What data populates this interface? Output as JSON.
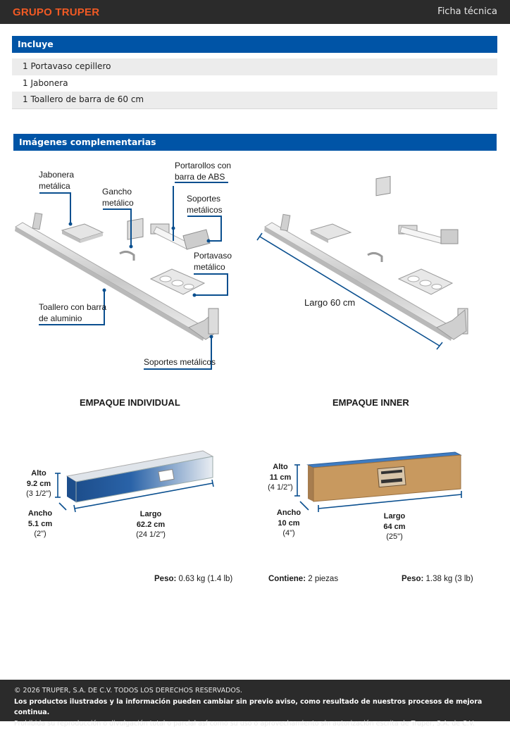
{
  "header": {
    "logo": "GRUPO TRUPER",
    "doc_type": "Ficha técnica"
  },
  "includes": {
    "title": "Incluye",
    "items": [
      "1 Portavaso cepillero",
      "1 Jabonera",
      "1 Toallero de barra de 60 cm"
    ]
  },
  "images": {
    "title": "Imágenes complementarias",
    "callouts": {
      "jabonera": "Jabonera\nmetálica",
      "gancho": "Gancho\nmetálico",
      "portarollos": "Portarollos con\nbarra de ABS",
      "soportes1": "Soportes\nmetálicos",
      "portavaso": "Portavaso\nmetálico",
      "toallero": "Toallero con barra\nde aluminio",
      "soportes2": "Soportes metálicos",
      "largo": "Largo 60 cm"
    }
  },
  "packaging": {
    "individual": {
      "title": "EMPAQUE INDIVIDUAL",
      "alto_label": "Alto",
      "alto_value": "9.2 cm",
      "alto_in": "(3 1/2\")",
      "ancho_label": "Ancho",
      "ancho_value": "5.1 cm",
      "ancho_in": "(2\")",
      "largo_label": "Largo",
      "largo_value": "62.2 cm",
      "largo_in": "(24 1/2\")",
      "peso_label": "Peso:",
      "peso_value": "0.63 kg (1.4 lb)"
    },
    "inner": {
      "title": "EMPAQUE INNER",
      "alto_label": "Alto",
      "alto_value": "11 cm",
      "alto_in": "(4 1/2\")",
      "ancho_label": "Ancho",
      "ancho_value": "10 cm",
      "ancho_in": "(4\")",
      "largo_label": "Largo",
      "largo_value": "64 cm",
      "largo_in": "(25\")",
      "contiene_label": "Contiene:",
      "contiene_value": "2 piezas",
      "peso_label": "Peso:",
      "peso_value": "1.38 kg (3 lb)"
    }
  },
  "footer": {
    "line1": "© 2026 TRUPER, S.A. DE C.V. TODOS LOS DERECHOS RESERVADOS.",
    "line2": "Los productos ilustrados y la información pueden cambiar sin previo aviso, como resultado de nuestros procesos de mejora continua.",
    "line3": "Prohibida su reproducción o divulgación total o parcial así como su uso o aprovechamiento sin autorización escrita de Truper, S.A. de C.V."
  },
  "colors": {
    "brand_orange": "#f15a24",
    "section_blue": "#0054a6",
    "callout_line": "#0a4f8f",
    "dark_bar": "#2b2b2b"
  }
}
